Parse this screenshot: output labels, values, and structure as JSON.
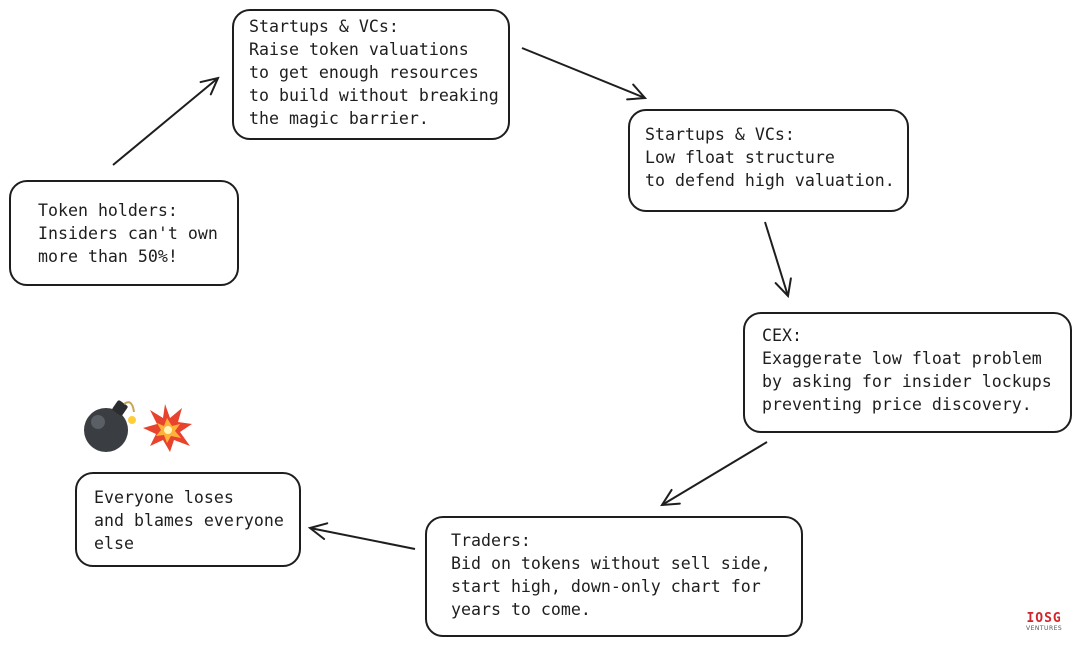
{
  "nodes": [
    {
      "id": "token-holders",
      "lines": [
        "Token holders:",
        "Insiders can't own",
        "more than 50%!"
      ]
    },
    {
      "id": "startups-raise",
      "lines": [
        "Startups & VCs:",
        "Raise token valuations",
        "to get enough resources",
        "to build without breaking",
        "the magic barrier."
      ]
    },
    {
      "id": "startups-low-float",
      "lines": [
        "Startups & VCs:",
        "Low float structure",
        "to defend high valuation."
      ]
    },
    {
      "id": "cex",
      "lines": [
        "CEX:",
        "Exaggerate low float problem",
        "by asking for insider lockups",
        "preventing price discovery."
      ]
    },
    {
      "id": "traders",
      "lines": [
        "Traders:",
        "Bid on tokens without sell side,",
        "start high, down-only chart for",
        "years to come."
      ]
    },
    {
      "id": "everyone-loses",
      "lines": [
        "Everyone loses",
        "and blames everyone",
        "else"
      ]
    }
  ],
  "icons": [
    "bomb-icon",
    "explosion-icon"
  ],
  "logo": {
    "name": "IOSG",
    "sub": "VENTURES",
    "color": "#d0262b"
  }
}
